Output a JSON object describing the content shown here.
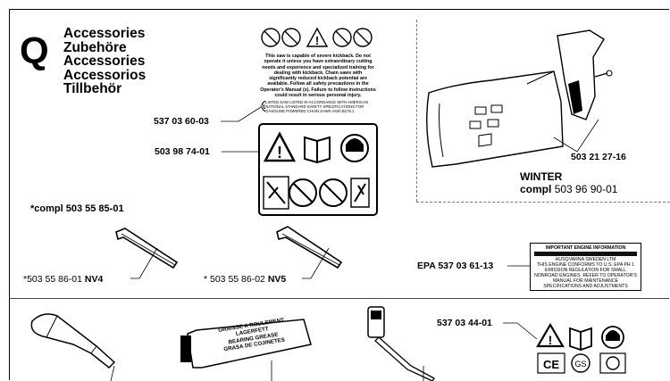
{
  "section": {
    "letter": "Q",
    "titles": [
      "Accessories",
      "Zubehöre",
      "Accessories",
      "Accessorios",
      "Tillbehör"
    ]
  },
  "warning_label_1": {
    "part_number": "537 03 60-03",
    "text": "This saw is capable of severe kickback. Do not operate it unless you have extraordinary cutting needs and experience and specialized training for dealing with kickback. Chain saws with significantly reduced kickback potential are available. Follow all safety precautions in the Operator's Manual (s). Failure to follow instructions could result in serious personal injury.",
    "ul_text": "LISTED SAW LISTED IN ACCORDANCE WITH AMERICAN NATIONAL STANDARD SAFETY SPECIFICATIONS FOR GASOLINE POWERED CHAIN SAWS ANSI B175.1"
  },
  "warning_label_2": {
    "part_number": "503 98 74-01"
  },
  "winter_kit": {
    "title": "WINTER",
    "compl_label": "compl",
    "compl_number": "503 96 90-01",
    "part_number": "503 21 27-16"
  },
  "tool_set": {
    "label": "*compl 503 55 85-01"
  },
  "hex_key_1": {
    "number": "*503 55 86-01",
    "size": "NV4"
  },
  "hex_key_2": {
    "number": "* 503 55 86-02",
    "size": "NV5"
  },
  "epa_label": {
    "part_number": "EPA 537 03 61-13",
    "header": "IMPORTANT ENGINE INFORMATION",
    "line1": "HUSQVARNA SWEDEN LTM",
    "line2": "THIS ENGINE CONFORMS TO U.S. EPA PH 1",
    "line3": "EMISSION REGULATION FOR SMALL",
    "line4": "NONROAD ENGINES. REFER TO OPERATOR'S",
    "line5": "MANUAL FOR MAINTENANCE",
    "line6": "SPECIFICATIONS AND ADJUSTMENTS"
  },
  "decal_small": {
    "part_number": "537 03 44-01",
    "marks": [
      "CE",
      "GS"
    ]
  },
  "grease_tube": {
    "lines": [
      "GRAISSE A ROULEMENT",
      "LAGERFETT",
      "BEARING GREASE",
      "GRASA DE COJINETES"
    ]
  }
}
